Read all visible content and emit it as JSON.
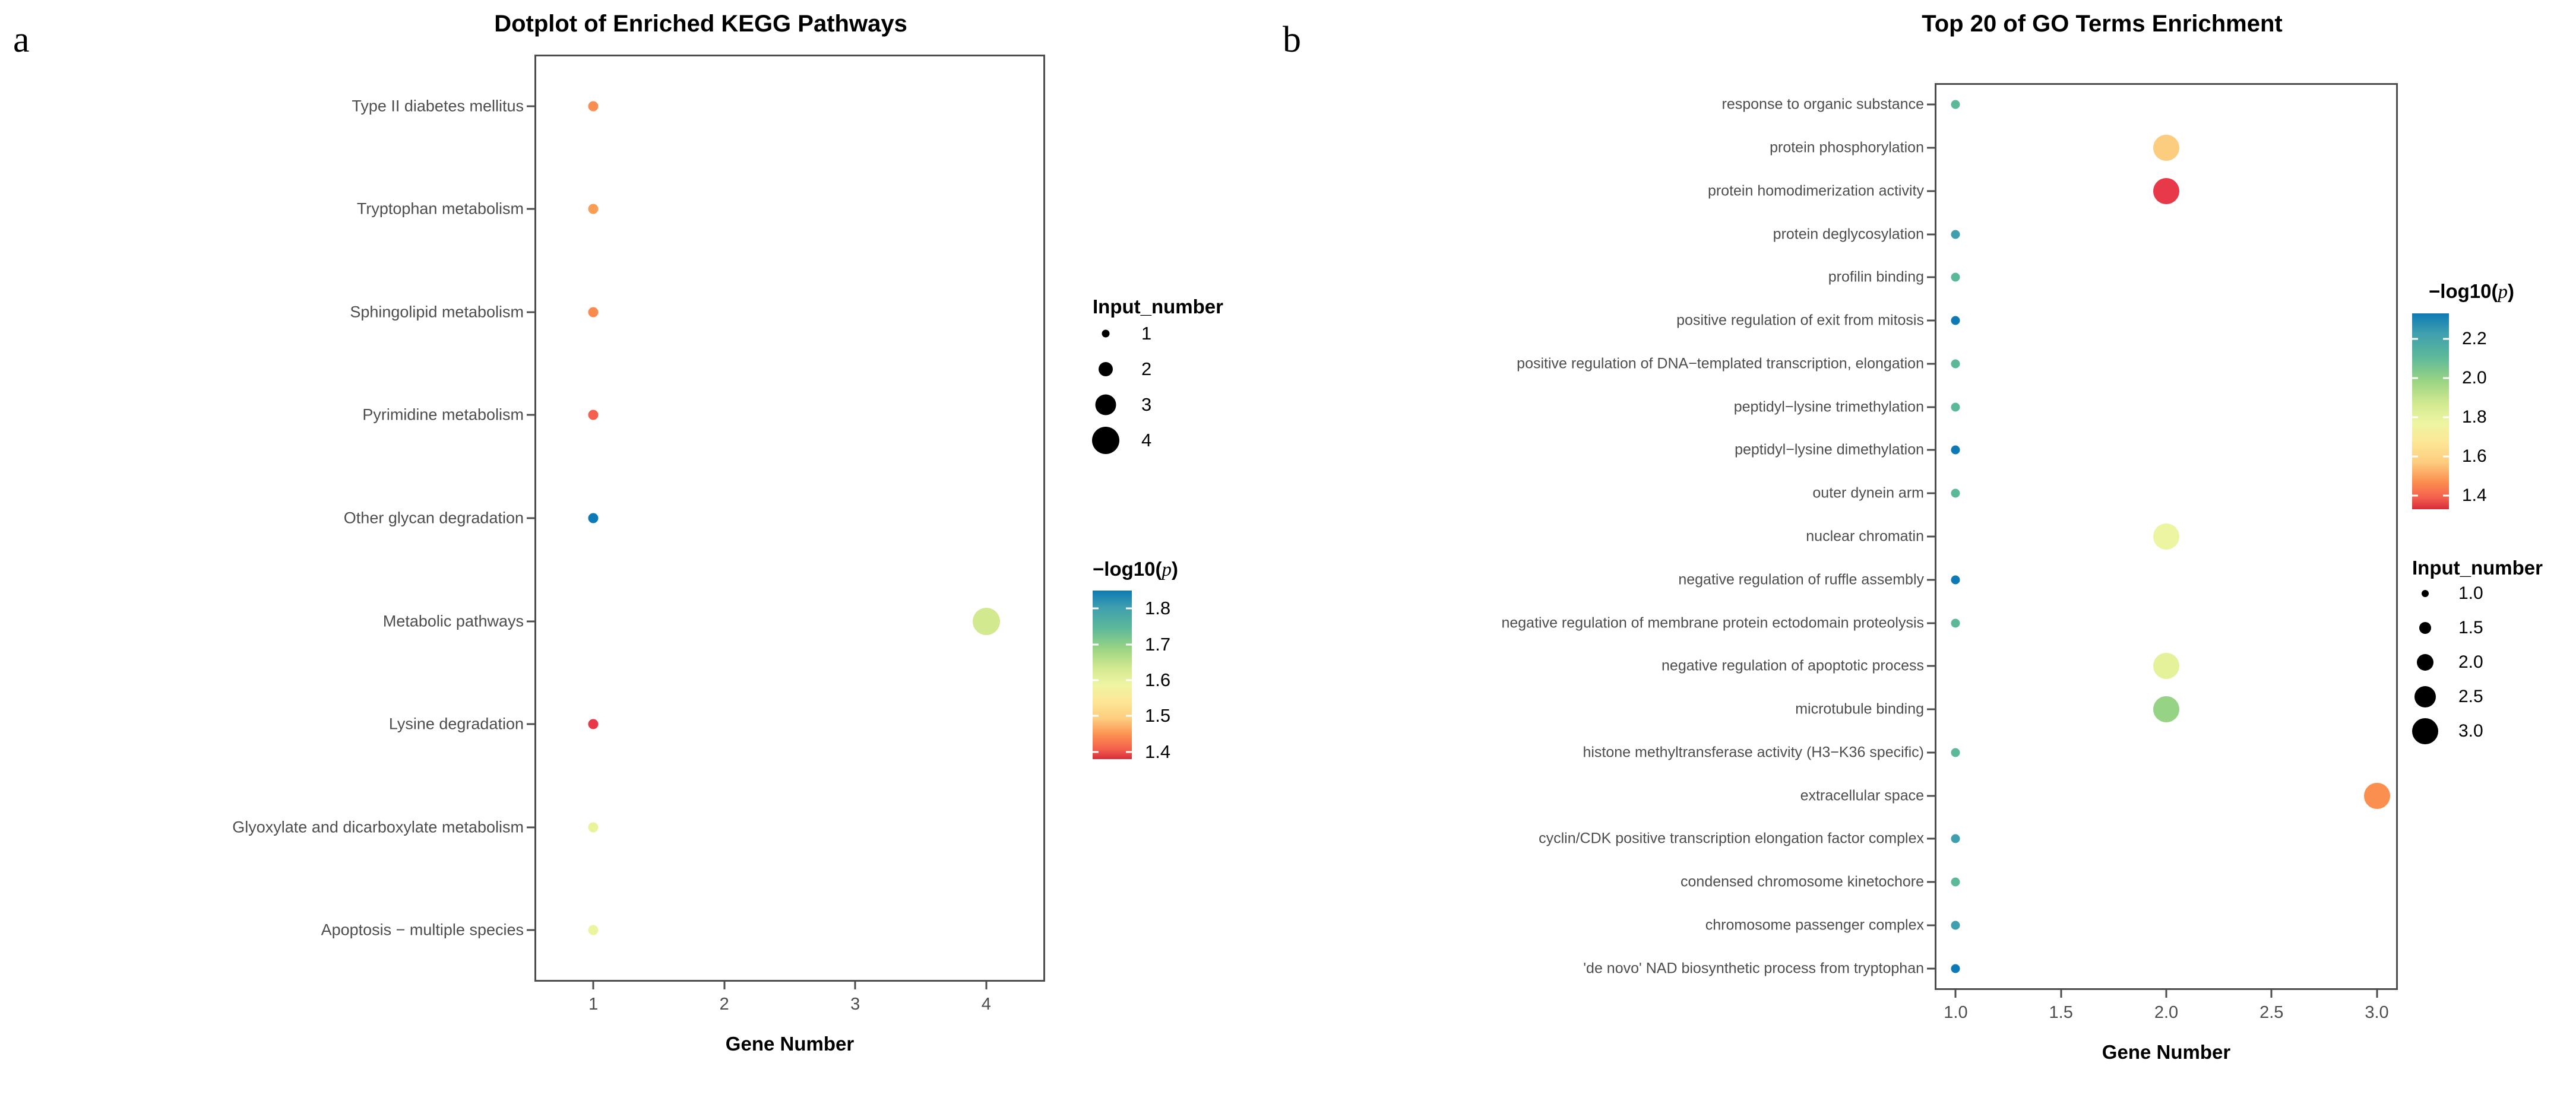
{
  "figure": {
    "panel_a_letter": "a",
    "panel_b_letter": "b"
  },
  "chart_data": [
    {
      "type": "scatter",
      "panel": "a",
      "title": "Dotplot of Enriched KEGG Pathways",
      "xlabel": "Gene Number",
      "ylabel": "",
      "xlim": [
        0.55,
        4.45
      ],
      "xticks": [
        "1",
        "2",
        "3",
        "4"
      ],
      "xtick_values": [
        1,
        2,
        3,
        4
      ],
      "grid": false,
      "legend_position": "right",
      "size_legend": {
        "title": "Input_number",
        "labels": [
          "1",
          "2",
          "3",
          "4"
        ],
        "values": [
          1,
          2,
          3,
          4
        ]
      },
      "color_legend": {
        "title": "-log10(p)",
        "labels": [
          "1.8",
          "1.7",
          "1.6",
          "1.5",
          "1.4"
        ],
        "values": [
          1.8,
          1.7,
          1.6,
          1.5,
          1.4
        ],
        "vmin": 1.38,
        "vmax": 1.85,
        "colormap": "Spectral-reversed"
      },
      "categories": [
        "Type II diabetes mellitus",
        "Tryptophan metabolism",
        "Sphingolipid metabolism",
        "Pyrimidine metabolism",
        "Other glycan degradation",
        "Metabolic pathways",
        "Lysine degradation",
        "Glyoxylate and dicarboxylate metabolism",
        "Apoptosis − multiple species"
      ],
      "points": [
        {
          "label": "Type II diabetes mellitus",
          "gene_number": 1,
          "input_number": 1,
          "neglog10p": 1.49,
          "color": "#f98e52"
        },
        {
          "label": "Tryptophan metabolism",
          "gene_number": 1,
          "input_number": 1,
          "neglog10p": 1.5,
          "color": "#fb9e53"
        },
        {
          "label": "Sphingolipid metabolism",
          "gene_number": 1,
          "input_number": 1,
          "neglog10p": 1.48,
          "color": "#f98b4f"
        },
        {
          "label": "Pyrimidine metabolism",
          "gene_number": 1,
          "input_number": 1,
          "neglog10p": 1.43,
          "color": "#f4604d"
        },
        {
          "label": "Other glycan degradation",
          "gene_number": 1,
          "input_number": 1,
          "neglog10p": 1.83,
          "color": "#0d7ab5"
        },
        {
          "label": "Metabolic pathways",
          "gene_number": 4,
          "input_number": 4,
          "neglog10p": 1.62,
          "color": "#d2e990"
        },
        {
          "label": "Lysine degradation",
          "gene_number": 1,
          "input_number": 1,
          "neglog10p": 1.41,
          "color": "#e8394a"
        },
        {
          "label": "Glyoxylate and dicarboxylate metabolism",
          "gene_number": 1,
          "input_number": 1,
          "neglog10p": 1.57,
          "color": "#e9f39c"
        },
        {
          "label": "Apoptosis − multiple species",
          "gene_number": 1,
          "input_number": 1,
          "neglog10p": 1.57,
          "color": "#ecf4a0"
        }
      ]
    },
    {
      "type": "scatter",
      "panel": "b",
      "title": "Top 20 of GO Terms Enrichment",
      "xlabel": "Gene Number",
      "ylabel": "",
      "xlim": [
        0.9,
        3.1
      ],
      "xticks": [
        "1.0",
        "1.5",
        "2.0",
        "2.5",
        "3.0"
      ],
      "xtick_values": [
        1.0,
        1.5,
        2.0,
        2.5,
        3.0
      ],
      "grid": false,
      "legend_position": "right",
      "size_legend": {
        "title": "Input_number",
        "labels": [
          "1.0",
          "1.5",
          "2.0",
          "2.5",
          "3.0"
        ],
        "values": [
          1.0,
          1.5,
          2.0,
          2.5,
          3.0
        ]
      },
      "color_legend": {
        "title": "-log10(p)",
        "labels": [
          "2.2",
          "2.0",
          "1.8",
          "1.6",
          "1.4"
        ],
        "values": [
          2.2,
          2.0,
          1.8,
          1.6,
          1.4
        ],
        "vmin": 1.33,
        "vmax": 2.33,
        "colormap": "Spectral-reversed"
      },
      "categories": [
        "response to organic substance",
        "protein phosphorylation",
        "protein homodimerization activity",
        "protein deglycosylation",
        "profilin binding",
        "positive regulation of exit from mitosis",
        "positive regulation of DNA−templated transcription, elongation",
        "peptidyl−lysine trimethylation",
        "peptidyl−lysine dimethylation",
        "outer dynein arm",
        "nuclear chromatin",
        "negative regulation of ruffle assembly",
        "negative regulation of membrane protein ectodomain proteolysis",
        "negative regulation of apoptotic process",
        "microtubule binding",
        "histone methyltransferase activity (H3−K36 specific)",
        "extracellular space",
        "cyclin/CDK positive transcription elongation factor complex",
        "condensed chromosome kinetochore",
        "chromosome passenger complex",
        "'de novo' NAD biosynthetic process from tryptophan"
      ],
      "points": [
        {
          "label": "response to organic substance",
          "gene_number": 1,
          "input_number": 1,
          "neglog10p": 2.1,
          "color": "#5bb89a"
        },
        {
          "label": "protein phosphorylation",
          "gene_number": 2,
          "input_number": 3,
          "neglog10p": 1.7,
          "color": "#fdcd7f"
        },
        {
          "label": "protein homodimerization activity",
          "gene_number": 2,
          "input_number": 3,
          "neglog10p": 1.4,
          "color": "#e8394a"
        },
        {
          "label": "protein deglycosylation",
          "gene_number": 1,
          "input_number": 1,
          "neglog10p": 2.18,
          "color": "#3f9fae"
        },
        {
          "label": "profilin binding",
          "gene_number": 1,
          "input_number": 1,
          "neglog10p": 2.1,
          "color": "#5bb89a"
        },
        {
          "label": "positive regulation of exit from mitosis",
          "gene_number": 1,
          "input_number": 1,
          "neglog10p": 2.3,
          "color": "#0d7ab5"
        },
        {
          "label": "positive regulation of DNA−templated transcription, elongation",
          "gene_number": 1,
          "input_number": 1,
          "neglog10p": 2.08,
          "color": "#5bb89a"
        },
        {
          "label": "peptidyl−lysine trimethylation",
          "gene_number": 1,
          "input_number": 1,
          "neglog10p": 2.08,
          "color": "#5bb89a"
        },
        {
          "label": "peptidyl−lysine dimethylation",
          "gene_number": 1,
          "input_number": 1,
          "neglog10p": 2.3,
          "color": "#0d7ab5"
        },
        {
          "label": "outer dynein arm",
          "gene_number": 1,
          "input_number": 1,
          "neglog10p": 2.08,
          "color": "#5bb89a"
        },
        {
          "label": "nuclear chromatin",
          "gene_number": 2,
          "input_number": 3,
          "neglog10p": 1.93,
          "color": "#eef5a2"
        },
        {
          "label": "negative regulation of ruffle assembly",
          "gene_number": 1,
          "input_number": 1,
          "neglog10p": 2.3,
          "color": "#0d7ab5"
        },
        {
          "label": "negative regulation of membrane protein ectodomain proteolysis",
          "gene_number": 1,
          "input_number": 1,
          "neglog10p": 2.08,
          "color": "#5bb89a"
        },
        {
          "label": "negative regulation of apoptotic process",
          "gene_number": 2,
          "input_number": 3,
          "neglog10p": 1.96,
          "color": "#e6f29a"
        },
        {
          "label": "microtubule binding",
          "gene_number": 2,
          "input_number": 3,
          "neglog10p": 2.02,
          "color": "#96d384"
        },
        {
          "label": "histone methyltransferase activity (H3−K36 specific)",
          "gene_number": 1,
          "input_number": 1,
          "neglog10p": 2.08,
          "color": "#5bb89a"
        },
        {
          "label": "extracellular space",
          "gene_number": 3,
          "input_number": 3,
          "neglog10p": 1.55,
          "color": "#fa8f4f"
        },
        {
          "label": "cyclin/CDK positive transcription elongation factor complex",
          "gene_number": 1,
          "input_number": 1,
          "neglog10p": 2.18,
          "color": "#3f9fae"
        },
        {
          "label": "condensed chromosome kinetochore",
          "gene_number": 1,
          "input_number": 1,
          "neglog10p": 2.08,
          "color": "#5bb89a"
        },
        {
          "label": "chromosome passenger complex",
          "gene_number": 1,
          "input_number": 1,
          "neglog10p": 2.18,
          "color": "#3f9fae"
        },
        {
          "label": "'de novo' NAD biosynthetic process from tryptophan",
          "gene_number": 1,
          "input_number": 1,
          "neglog10p": 2.28,
          "color": "#0d7ab5"
        }
      ]
    }
  ]
}
